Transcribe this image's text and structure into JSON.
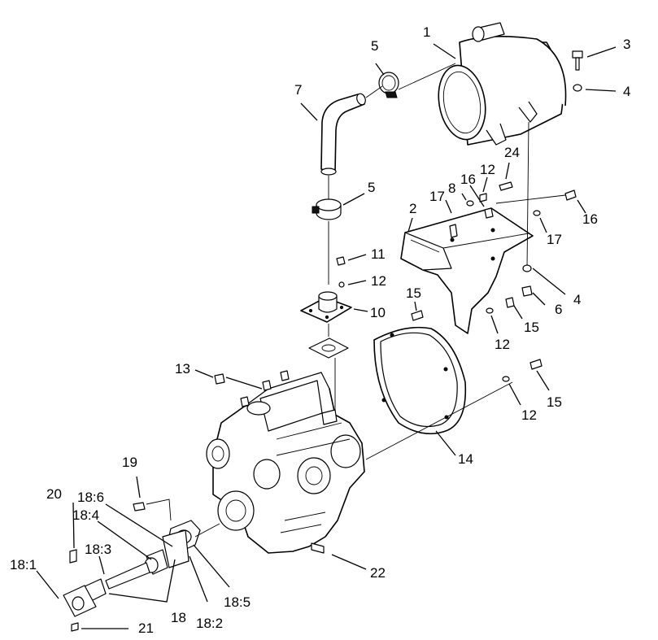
{
  "diagram": {
    "callouts": {
      "c1": "1",
      "c2": "2",
      "c3": "3",
      "c4a": "4",
      "c4b": "4",
      "c5a": "5",
      "c5b": "5",
      "c6": "6",
      "c7": "7",
      "c8": "8",
      "c10": "10",
      "c11": "11",
      "c12a": "12",
      "c12b": "12",
      "c12c": "12",
      "c12d": "12",
      "c13": "13",
      "c14": "14",
      "c15a": "15",
      "c15b": "15",
      "c15c": "15",
      "c16a": "16",
      "c16b": "16",
      "c17a": "17",
      "c17b": "17",
      "c18": "18",
      "c18_1": "18:1",
      "c18_2": "18:2",
      "c18_3": "18:3",
      "c18_4": "18:4",
      "c18_5": "18:5",
      "c18_6": "18:6",
      "c19": "19",
      "c20": "20",
      "c21": "21",
      "c22": "22",
      "c24": "24"
    }
  }
}
